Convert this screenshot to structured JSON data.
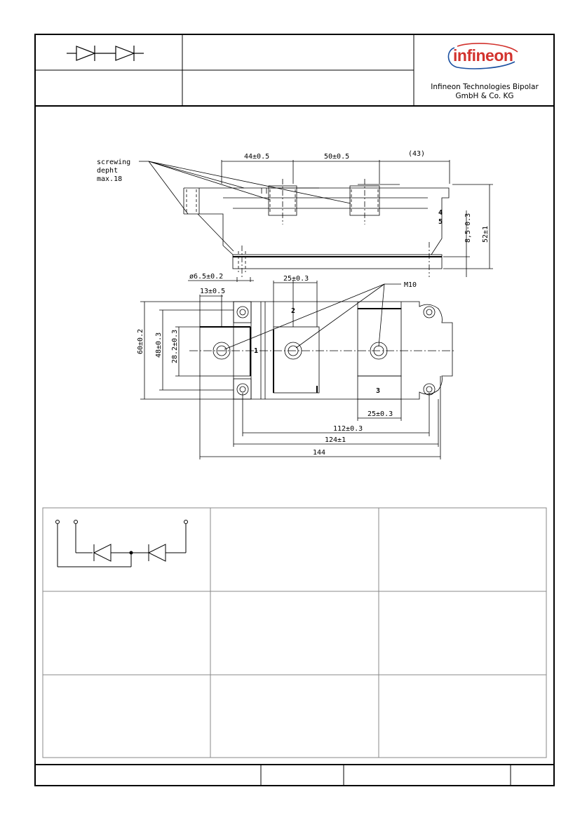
{
  "company": {
    "logo_text": "infineon",
    "name_line1": "Infineon Technologies Bipolar",
    "name_line2": "GmbH & Co. KG"
  },
  "colors": {
    "logo_red": "#d2322d",
    "logo_swoosh": "#1a4fa0",
    "line": "#000000"
  },
  "drawing": {
    "note_line1": "screwing",
    "note_line2": "depht",
    "note_line3": "max.18",
    "dim_44": "44±0.5",
    "dim_50": "50±0.5",
    "dim_43": "(43)",
    "dim_8_5": "8,5-0.3",
    "dim_52": "52±1",
    "label_4": "4",
    "label_5": "5",
    "dim_phi": "ø6.5±0.2",
    "dim_25_top": "25±0.3",
    "dim_13": "13±0.5",
    "dim_m10": "M10",
    "dim_60": "60±0.2",
    "dim_48": "48±0.3",
    "dim_28": "28.2±0.3",
    "label_1": "1",
    "label_2": "2",
    "label_3": "3",
    "dim_25_bot": "25±0.3",
    "dim_112": "112±0.3",
    "dim_124": "124±1",
    "dim_144": "144"
  }
}
